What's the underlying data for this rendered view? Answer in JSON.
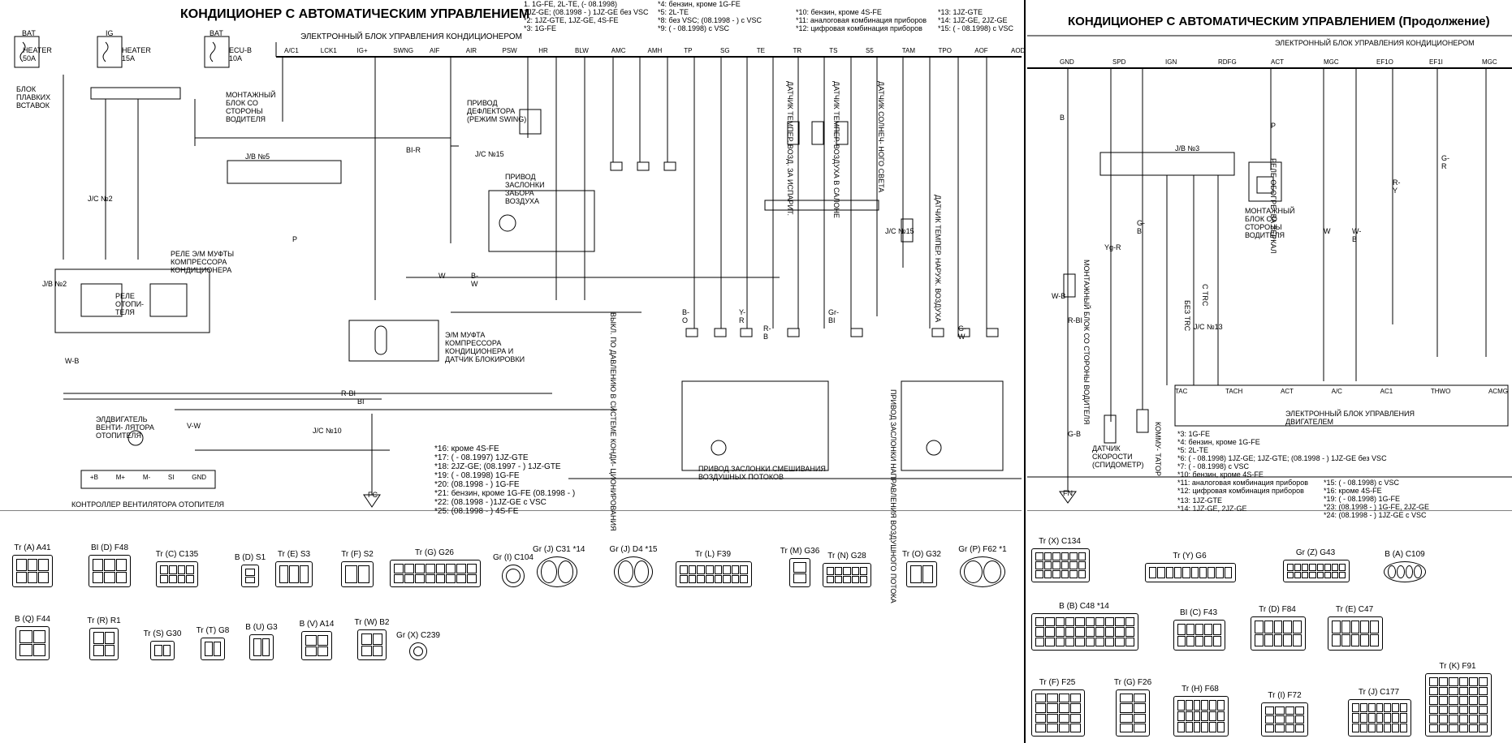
{
  "left": {
    "title": "КОНДИЦИОНЕР С АВТОМАТИЧЕСКИМ УПРАВЛЕНИЕМ",
    "header_notes_col1": [
      "1. 1G-FE, 2L-TE, (- 08.1998)",
      "1JZ-GE; (08.1998 - ) 1JZ-GE без VSC",
      "*2: 1JZ-GTE, 1JZ-GE, 4S-FE",
      "*3: 1G-FE"
    ],
    "header_notes_col2": [
      "*4: бензин, кроме 1G-FE",
      "*5: 2L-TE",
      "*8: без VSC; (08.1998 - ) с VSC",
      "*9: ( - 08.1998) с VSC"
    ],
    "header_notes_col3": [
      "*10: бензин, кроме 4S-FE",
      "*11: аналоговая комбинация приборов",
      "*12: цифровая комбинация приборов"
    ],
    "header_notes_col4": [
      "*13: 1JZ-GTE",
      "*14: 1JZ-GE, 2JZ-GE",
      "*15: ( - 08.1998) с VSC"
    ],
    "ecu_title": "ЭЛЕКТРОННЫЙ БЛОК УПРАВЛЕНИЯ КОНДИЦИОНЕРОМ",
    "ecu_pins": [
      "A/C1",
      "LCK1",
      "IG+",
      "SWNG",
      "AIF",
      "AIR",
      "PSW",
      "HR",
      "BLW",
      "AMC",
      "AMH",
      "TP",
      "SG",
      "TE",
      "TR",
      "TS",
      "S5",
      "TAM",
      "TPO",
      "AOF",
      "AOD"
    ],
    "fuses": [
      {
        "code": "BAT",
        "name": "HEATER",
        "rating": "50A"
      },
      {
        "code": "IG",
        "name": "HEATER",
        "rating": "15A"
      },
      {
        "code": "BAT",
        "name": "ECU-B",
        "rating": "10A"
      }
    ],
    "fuse_block_label": "БЛОК ПЛАВКИХ ВСТАВОК",
    "junction_block_label": "МОНТАЖНЫЙ БЛОК СО СТОРОНЫ ВОДИТЕЛЯ",
    "relay_compressor": "РЕЛЕ Э/М МУФТЫ КОМПРЕССОРА КОНДИЦИОНЕРА",
    "relay_heater": "РЕЛЕ ОТОПИ- ТЕЛЯ",
    "jb2": "J/B №2",
    "jb5": "J/B №5",
    "jc2": "J/C №2",
    "jc10": "J/C №10",
    "jc15": "J/C №15",
    "defroster": "ПРИВОД ДЕФЛЕКТОРА (РЕЖИМ SWING)",
    "air_intake": "ПРИВОД ЗАСЛОНКИ ЗАБОРА ВОЗДУХА",
    "evap_sensor": "ДАТЧИК ТЕМПЕР. ВОЗД. ЗА ИСПАРИТ.",
    "cabin_sensor": "ДАТЧИК ТЕМПЕР. ВОЗДУХА В САЛОНЕ",
    "sun_sensor": "ДАТЧИК СОЛНЕЧ- НОГО СВЕТА",
    "ambient_sensor": "ДАТЧИК ТЕМПЕР. НАРУЖ. ВОЗДУХА",
    "clutch": "Э/М МУФТА КОМПРЕССОРА КОНДИЦИОНЕРА И ДАТЧИК БЛОКИРОВКИ",
    "pressure_switch": "ВЫКЛ. ПО ДАВЛЕНИЮ В СИСТЕМЕ КОНДИ- ЦИОНИРОВАНИЯ",
    "blend_door": "ПРИВОД ЗАСЛОНКИ СМЕШИВАНИЯ ВОЗДУШНЫХ ПОТОКОВ",
    "mode_door": "ПРИВОД ЗАСЛОНКИ НАПРАВЛЕНИЯ ВОЗДУШНОГО ПОТОКА",
    "blower_motor": "ЭЛДВИГАТЕЛЬ ВЕНТИ- ЛЯТОРА ОТОПИТЕЛЯ",
    "blower_controller": "КОНТРОЛЛЕР ВЕНТИЛЯТОРА ОТОПИТЕЛЯ",
    "blower_pins": [
      "+B",
      "M+",
      "M-",
      "SI",
      "GND"
    ],
    "ground": "FC",
    "bottom_notes": [
      "*16: кроме 4S-FE",
      "*17: ( - 08.1997) 1JZ-GTE",
      "*18: 2JZ-GE; (08.1997 - ) 1JZ-GTE",
      "*19: ( - 08.1998) 1G-FE",
      "*20: (08.1998 - ) 1G-FE",
      "*21: бензин, кроме 1G-FE (08.1998 - )",
      "*22: (08.1998 - )1JZ-GE с VSC",
      "*25: (08.1998 - ) 4S-FE"
    ],
    "wire_colors": [
      "W",
      "B-W",
      "BI-R",
      "P",
      "R-BI",
      "BI",
      "W-B",
      "V-W",
      "G-W",
      "B-O",
      "R-B",
      "Gr-BI",
      "Y-R"
    ],
    "connectors_row1": [
      {
        "color": "Tr",
        "letter": "A",
        "id": "A41"
      },
      {
        "color": "BI",
        "letter": "D",
        "id": "F48"
      },
      {
        "color": "Tr",
        "letter": "C",
        "id": "C135"
      },
      {
        "color": "B",
        "letter": "D",
        "id": "S1"
      },
      {
        "color": "Tr",
        "letter": "E",
        "id": "S3"
      },
      {
        "color": "Tr",
        "letter": "F",
        "id": "S2"
      },
      {
        "color": "Tr",
        "letter": "G",
        "id": "G26"
      },
      {
        "color": "Gr",
        "letter": "I",
        "id": "C104"
      },
      {
        "color": "Gr",
        "letter": "J",
        "id": "C31 *14"
      },
      {
        "color": "Gr",
        "letter": "J",
        "id": "D4 *15"
      },
      {
        "color": "Tr",
        "letter": "L",
        "id": "F39"
      },
      {
        "color": "Tr",
        "letter": "M",
        "id": "G36"
      },
      {
        "color": "Tr",
        "letter": "N",
        "id": "G28"
      },
      {
        "color": "Tr",
        "letter": "O",
        "id": "G32"
      },
      {
        "color": "Gr",
        "letter": "P",
        "id": "F62 *1"
      }
    ],
    "connectors_row2": [
      {
        "color": "B",
        "letter": "Q",
        "id": "F44"
      },
      {
        "color": "Tr",
        "letter": "R",
        "id": "R1"
      },
      {
        "color": "Tr",
        "letter": "S",
        "id": "G30"
      },
      {
        "color": "Tr",
        "letter": "T",
        "id": "G8"
      },
      {
        "color": "B",
        "letter": "U",
        "id": "G3"
      },
      {
        "color": "B",
        "letter": "V",
        "id": "A14"
      },
      {
        "color": "Tr",
        "letter": "W",
        "id": "B2"
      },
      {
        "color": "Gr",
        "letter": "X",
        "id": "C239"
      }
    ]
  },
  "right": {
    "title": "КОНДИЦИОНЕР С АВТОМАТИЧЕСКИМ УПРАВЛЕНИЕМ (Продолжение)",
    "ecu_title": "ЭЛЕКТРОННЫЙ БЛОК УПРАВЛЕНИЯ КОНДИЦИОНЕРОМ",
    "ecu_pins": [
      "GND",
      "SPD",
      "IGN",
      "RDFG",
      "ACT",
      "MGC",
      "EF1O",
      "EF1I",
      "MGC"
    ],
    "engine_ecu": "ЭЛЕКТРОННЫЙ БЛОК УПРАВЛЕНИЯ ДВИГАТЕЛЕМ",
    "engine_pins": [
      "TAC",
      "TACH",
      "ACT",
      "A/C",
      "AC1",
      "THWO",
      "ACMG"
    ],
    "jb3": "J/B №3",
    "jc13": "J/C №13",
    "defog_relay": "РЕЛЕ ОБОГРЕ- ВА ЗЕРКАЛ",
    "junction_block": "МОНТАЖНЫЙ БЛОК СО СТОРОНЫ ВОДИТЕЛЯ",
    "junction_block_v": "МОНТАЖНЫЙ БЛОК СО СТОРОНЫ ВОДИТЕЛЯ",
    "speed_sensor": "ДАТЧИК СКОРОСТИ (СПИДОМЕТР)",
    "commutator": "КОММУ- ТАТОР",
    "trc_label": "C TRC",
    "no_trc_label": "БЕЗ TRC",
    "ground": "FN",
    "notes_left": [
      "*3: 1G-FE",
      "*4: бензин, кроме 1G-FE",
      "*5: 2L-TE",
      "*6: ( - 08.1998) 1JZ-GE; 1JZ-GTE; (08.1998 - ) 1JZ-GE без VSC",
      "*7: ( - 08.1998) с VSC",
      "*10: бензин, кроме 4S-FE",
      "*11: аналоговая комбинация приборов",
      "*12: цифровая комбинация приборов"
    ],
    "notes_col1": [
      "*13: 1JZ-GTE",
      "*14: 1JZ-GE, 2JZ-GE",
      "*15: ( - 08.1998) с VSC",
      "*16: кроме 4S-FE"
    ],
    "notes_col2": [
      "*19: ( - 08.1998) 1G-FE",
      "*23: (08.1998 - ) 1G-FE, 2JZ-GE",
      "*24: (08.1998 - ) 1JZ-GE с VSC"
    ],
    "wire_colors": [
      "B",
      "Yg-R",
      "G-B",
      "P",
      "W",
      "W-B",
      "R-BI",
      "G-R",
      "R-Y",
      "G-B",
      "W-B"
    ],
    "connectors_row1": [
      {
        "color": "Tr",
        "letter": "X",
        "id": "C134"
      },
      {
        "color": "Tr",
        "letter": "Y",
        "id": "G6"
      },
      {
        "color": "Gr",
        "letter": "Z",
        "id": "G43"
      },
      {
        "color": "B",
        "letter": "A",
        "id": "C109"
      }
    ],
    "connectors_row2": [
      {
        "color": "B",
        "letter": "B",
        "id": "C48 *14"
      },
      {
        "color": "BI",
        "letter": "C",
        "id": "F43"
      },
      {
        "color": "Tr",
        "letter": "D",
        "id": "F84"
      },
      {
        "color": "Tr",
        "letter": "E",
        "id": "C47"
      }
    ],
    "connectors_row3": [
      {
        "color": "Tr",
        "letter": "F",
        "id": "F25"
      },
      {
        "color": "Tr",
        "letter": "G",
        "id": "F26"
      },
      {
        "color": "Tr",
        "letter": "H",
        "id": "F68"
      },
      {
        "color": "Tr",
        "letter": "I",
        "id": "F72"
      },
      {
        "color": "Tr",
        "letter": "J",
        "id": "C177"
      },
      {
        "color": "Tr",
        "letter": "K",
        "id": "F91"
      }
    ]
  }
}
